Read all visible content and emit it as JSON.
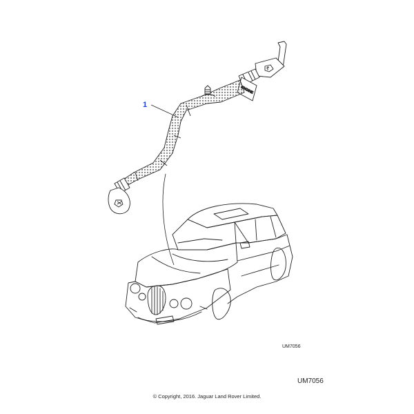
{
  "diagram": {
    "callout_number": "1",
    "reference_small": "UM7056",
    "reference_large": "UM7056",
    "tag_text": "ENGINE",
    "copyright": "© Copyright, 2016. Jaguar Land Rover Limited.",
    "colors": {
      "callout": "#1a3fd6",
      "line": "#222222",
      "background": "#ffffff"
    }
  }
}
